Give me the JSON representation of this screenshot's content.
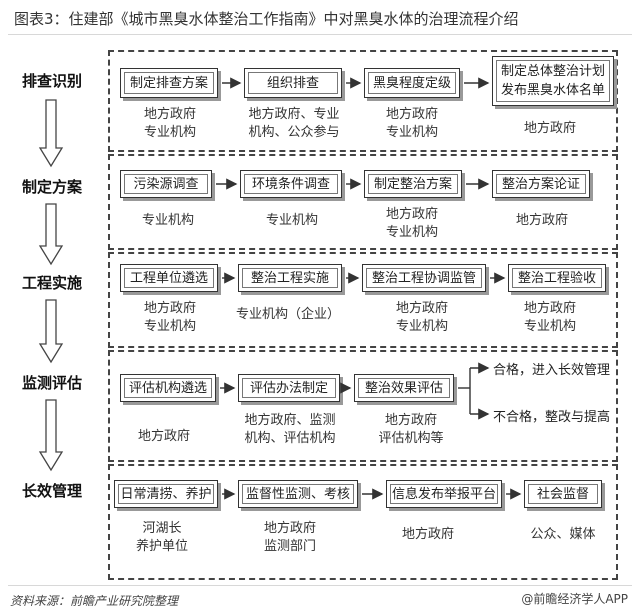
{
  "title": "图表3：住建部《城市黑臭水体整治工作指南》中对黑臭水体的治理流程介绍",
  "stages": [
    {
      "label": "排查识别",
      "steps": [
        {
          "lines": [
            "制定排查方案"
          ],
          "actor": [
            "地方政府",
            "专业机构"
          ]
        },
        {
          "lines": [
            "组织排查"
          ],
          "actor": [
            "地方政府、专业",
            "机构、公众参与"
          ]
        },
        {
          "lines": [
            "黑臭程度定级"
          ],
          "actor": [
            "地方政府",
            "专业机构"
          ]
        },
        {
          "lines": [
            "制定总体整治计划",
            "发布黑臭水体名单"
          ],
          "actor": [
            "地方政府"
          ]
        }
      ]
    },
    {
      "label": "制定方案",
      "steps": [
        {
          "lines": [
            "污染源调查"
          ],
          "actor": [
            "专业机构"
          ]
        },
        {
          "lines": [
            "环境条件调查"
          ],
          "actor": [
            "专业机构"
          ]
        },
        {
          "lines": [
            "制定整治方案"
          ],
          "actor": [
            "地方政府",
            "专业机构"
          ]
        },
        {
          "lines": [
            "整治方案论证"
          ],
          "actor": [
            "地方政府"
          ]
        }
      ]
    },
    {
      "label": "工程实施",
      "steps": [
        {
          "lines": [
            "工程单位遴选"
          ],
          "actor": [
            "地方政府",
            "专业机构"
          ]
        },
        {
          "lines": [
            "整治工程实施"
          ],
          "actor": [
            "专业机构（企业）"
          ]
        },
        {
          "lines": [
            "整治工程协调监管"
          ],
          "actor": [
            "地方政府",
            "专业机构"
          ]
        },
        {
          "lines": [
            "整治工程验收"
          ],
          "actor": [
            "地方政府",
            "专业机构"
          ]
        }
      ]
    },
    {
      "label": "监测评估",
      "steps": [
        {
          "lines": [
            "评估机构遴选"
          ],
          "actor": [
            "地方政府"
          ]
        },
        {
          "lines": [
            "评估办法制定"
          ],
          "actor": [
            "地方政府、监测",
            "机构、评估机构"
          ]
        },
        {
          "lines": [
            "整治效果评估"
          ],
          "actor": [
            "地方政府",
            "评估机构等"
          ]
        }
      ],
      "outcomes": [
        "合格，进入长效管理",
        "不合格，整改与提高"
      ]
    },
    {
      "label": "长效管理",
      "steps": [
        {
          "lines": [
            "日常清捞、养护"
          ],
          "actor": [
            "河湖长",
            "养护单位"
          ]
        },
        {
          "lines": [
            "监督性监测、考核"
          ],
          "actor": [
            "地方政府",
            "监测部门"
          ]
        },
        {
          "lines": [
            "信息发布举报平台"
          ],
          "actor": [
            "地方政府"
          ]
        },
        {
          "lines": [
            "社会监督"
          ],
          "actor": [
            "公众、媒体"
          ]
        }
      ]
    }
  ],
  "footer": {
    "source": "资料来源：前瞻产业研究院整理",
    "brand": "@前瞻经济学人APP"
  },
  "colors": {
    "line": "#333333",
    "dash": "#444444",
    "shadow": "#999999"
  }
}
